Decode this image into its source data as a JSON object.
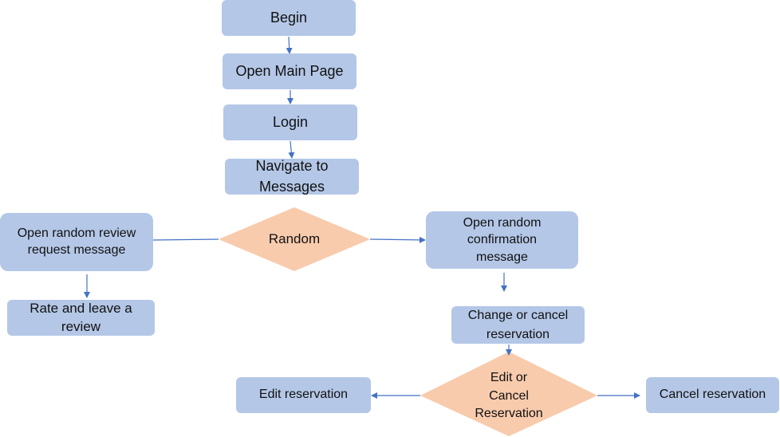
{
  "colors": {
    "process_fill": "#b4c7e7",
    "decision_fill": "#f8cbad",
    "arrow": "#4472c4"
  },
  "nodes": {
    "begin": "Begin",
    "open_main_page": "Open Main Page",
    "login": "Login",
    "navigate_messages": "Navigate to\nMessages",
    "random": "Random",
    "open_review_request": "Open random review\nrequest message",
    "rate_review": "Rate and leave a\nreview",
    "open_confirmation": "Open random\nconfirmation\nmessage",
    "change_cancel": "Change or cancel\nreservation",
    "edit_or_cancel": "Edit or\nCancel\nReservation",
    "edit_reservation": "Edit reservation",
    "cancel_reservation": "Cancel reservation"
  }
}
